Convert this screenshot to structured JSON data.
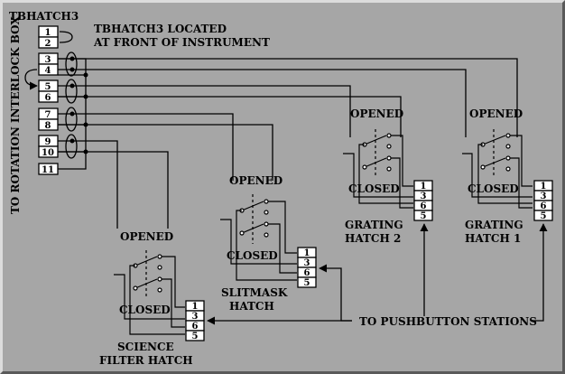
{
  "title": "TBHATCH3",
  "note": {
    "line1": "TBHATCH3 LOCATED",
    "line2": "AT FRONT OF INSTRUMENT"
  },
  "side_label": "TO ROTATION INTERLOCK BOX",
  "terminal_strip": [
    "1",
    "2",
    "3",
    "4",
    "5",
    "6",
    "7",
    "8",
    "9",
    "10",
    "11"
  ],
  "switch_terminals": [
    "1",
    "3",
    "6",
    "5"
  ],
  "hatches": {
    "grating1": {
      "name": [
        "GRATING",
        "HATCH 1"
      ],
      "opened": "OPENED",
      "closed": "CLOSED"
    },
    "grating2": {
      "name": [
        "GRATING",
        "HATCH 2"
      ],
      "opened": "OPENED",
      "closed": "CLOSED"
    },
    "slitmask": {
      "name": [
        "SLITMASK",
        "HATCH"
      ],
      "opened": "OPENED",
      "closed": "CLOSED"
    },
    "science": {
      "name": [
        "SCIENCE",
        "FILTER HATCH"
      ],
      "opened": "OPENED",
      "closed": "CLOSED"
    }
  },
  "pushbutton_label": "TO PUSHBUTTON STATIONS",
  "colors": {
    "background": "#a6a6a6",
    "terminal_fill": "#ffffff",
    "line": "#000000"
  }
}
